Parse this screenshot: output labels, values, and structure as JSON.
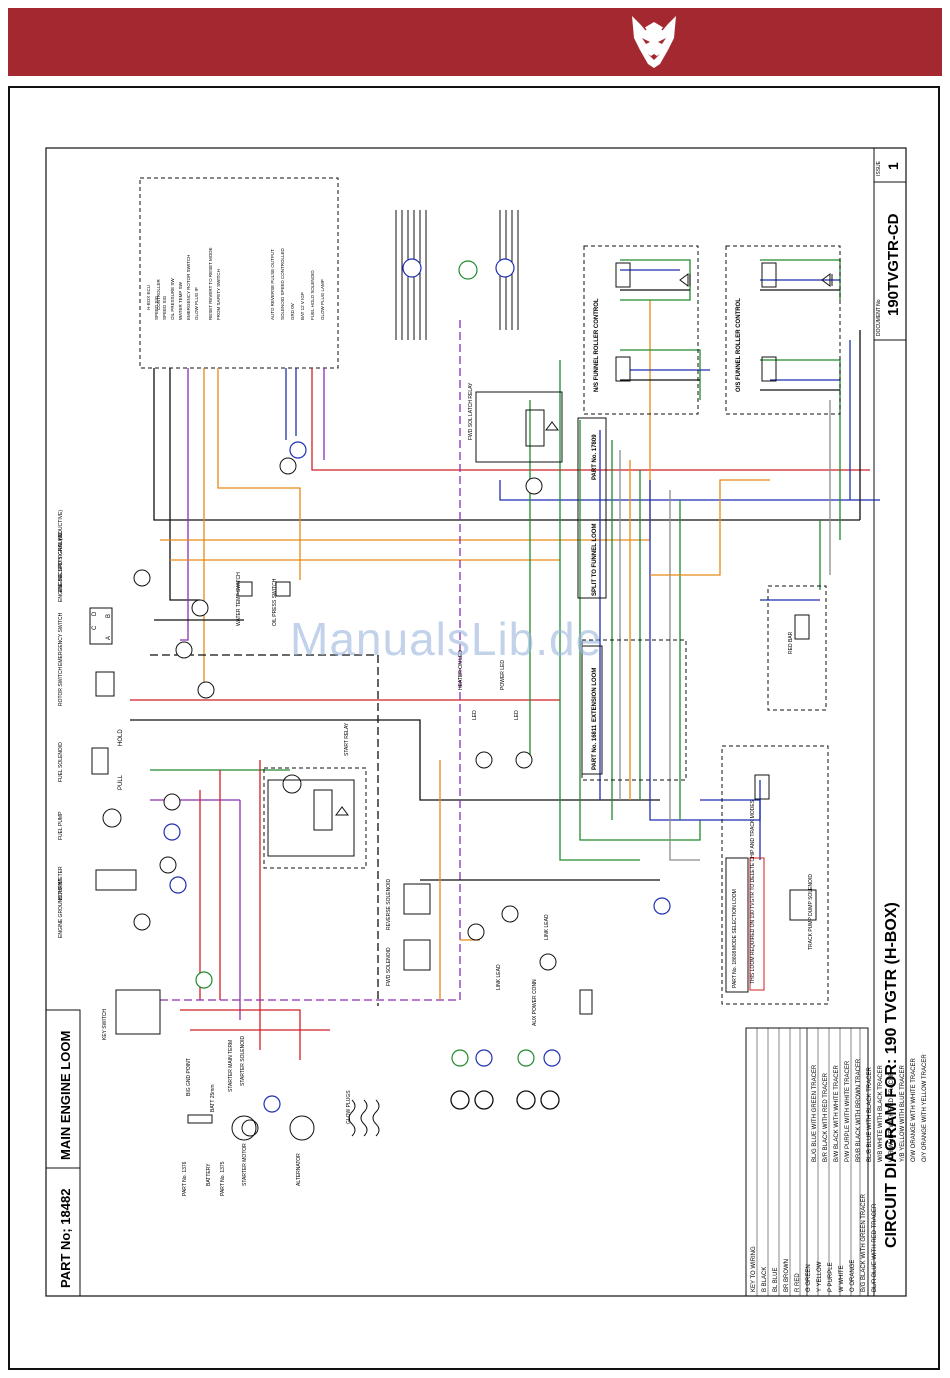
{
  "title": "CIRCUIT DIAGRAM FOR: 190 TVGTR (H-BOX)",
  "part_no": "PART No; 18482",
  "loom_name": "MAIN ENGINE LOOM",
  "document_no": "190TVGTR-CD",
  "document_label": "DOCUMENT No",
  "issue_label": "ISSUE",
  "issue": "1",
  "watermark": "ManualsLib.de",
  "key_title": "KEY TO WIRING",
  "key_left": [
    "B    BLACK",
    "BL   BLUE",
    "BR   BROWN",
    "R    RED",
    "G    GREEN",
    "Y    YELLOW",
    "P    PURPLE",
    "W    WHITE",
    "O    ORANGE",
    "B/G  BLACK WITH GREEN TRACER",
    "BL/R  BLUE WITH RED TRACER"
  ],
  "key_right": [
    "BL/G  BLUE WITH GREEN TRACER",
    "B/R  BLACK WITH RED TRACER",
    "B/W  BLACK WITH WHITE TRACER",
    "P/W  PURPLE WITH WHITE TRACER",
    "BR/B  BLACK WITH BROWN TRACER",
    "BL/B  BLUE WITH BLACK TRACER",
    "W/B  WHITE WITH BLACK TRACER",
    "W/R  WHITE WITH RED TRACER",
    "Y/B  YELLOW WITH BLUE TRACER",
    "O/W  ORANGE WITH WHITE TRACER",
    "O/Y  ORANGE WITH YELLOW TRACER"
  ],
  "ecu_title": [
    "H-BOX ECU",
    "CONTROLLER"
  ],
  "ecu_inputs": [
    "SPEED SIG",
    "SPEED SIG",
    "OIL PRESSURE SW",
    "WATER TEMP SW",
    "EMERGENCY ROTOR SWITCH",
    "GLOW PLUG IP",
    "RESET REVERT TO RESET MODE",
    "FROM SAFETY SWITCH"
  ],
  "ecu_outputs": [
    "AUTO REVERSE PULSE OUTPUT",
    "SOLENOID SPEED CONTROLLED",
    "GRD 0V",
    "BAT 12 V IGP",
    "FUEL HOLD SOLENOID",
    "GLOW PLUG LAMP"
  ],
  "left_components": [
    "ENGINE SPD SIGNAL (INDUCTIVE)",
    "ENGINE SECURITY GROUND",
    "EMERGENCY SWITCH",
    "ROTOR SWITCH",
    "FUEL SOLENOID",
    "FUEL PUMP",
    "HOUR METER",
    "ENGINE GROUND POINT",
    "KEY SWITCH"
  ],
  "center_labels": [
    "WATER TEMP SWITCH",
    "OIL PRESS SWITCH",
    "START RELAY",
    "REVERSE SOLENOID",
    "FWD SOLENOID",
    "LINK LEAD",
    "LINK LEAD",
    "AUX POWER CONN",
    "HEATER ON LED",
    "POWER LED",
    "LED",
    "LED",
    "FWD SOL LATCH RELAY"
  ],
  "bottom_labels": [
    "BIG GND POINT",
    "BATT 25mm",
    "STARTER MAIN TERM",
    "STARTER SOLENOID",
    "GLOW PLUGS",
    "BATTERY",
    "STARTER MOTOR",
    "ALTERNATOR",
    "PART No. 1376",
    "PART No. 1375"
  ],
  "right_labels": [
    "N/S FUNNEL ROLLER CONTROL",
    "O/S FUNNEL ROLLER CONTROL",
    "SPLIT TO FUNNEL LOOM",
    "PART No. 17809",
    "EXTENSION LOOM",
    "PART No. 16811",
    "RED BAR",
    "TRACK PUMP DUMP SOLENOID",
    "MODE SELECTION LOOM",
    "PART No. 18608",
    "THIS LOOM REQUIRED ON 190 TVGTR TO DELETE CHIP AND TRACK MODES"
  ],
  "switch_labels": [
    "HOLD",
    "PULL",
    "C",
    "D",
    "A",
    "B"
  ],
  "colors": {
    "brand": "#a3282f",
    "wire_red": "#d21f26",
    "wire_blue": "#1f2fb0",
    "wire_green": "#1d8a2c",
    "wire_orange": "#e68a17",
    "wire_purple": "#8a2fb0",
    "wire_grey": "#8b8b8b",
    "wire_black": "#111111"
  },
  "icons": [
    "wolf-logo-icon",
    "relay-icon",
    "diode-icon",
    "motor-icon",
    "lamp-icon",
    "ground-icon",
    "fuse-icon"
  ]
}
